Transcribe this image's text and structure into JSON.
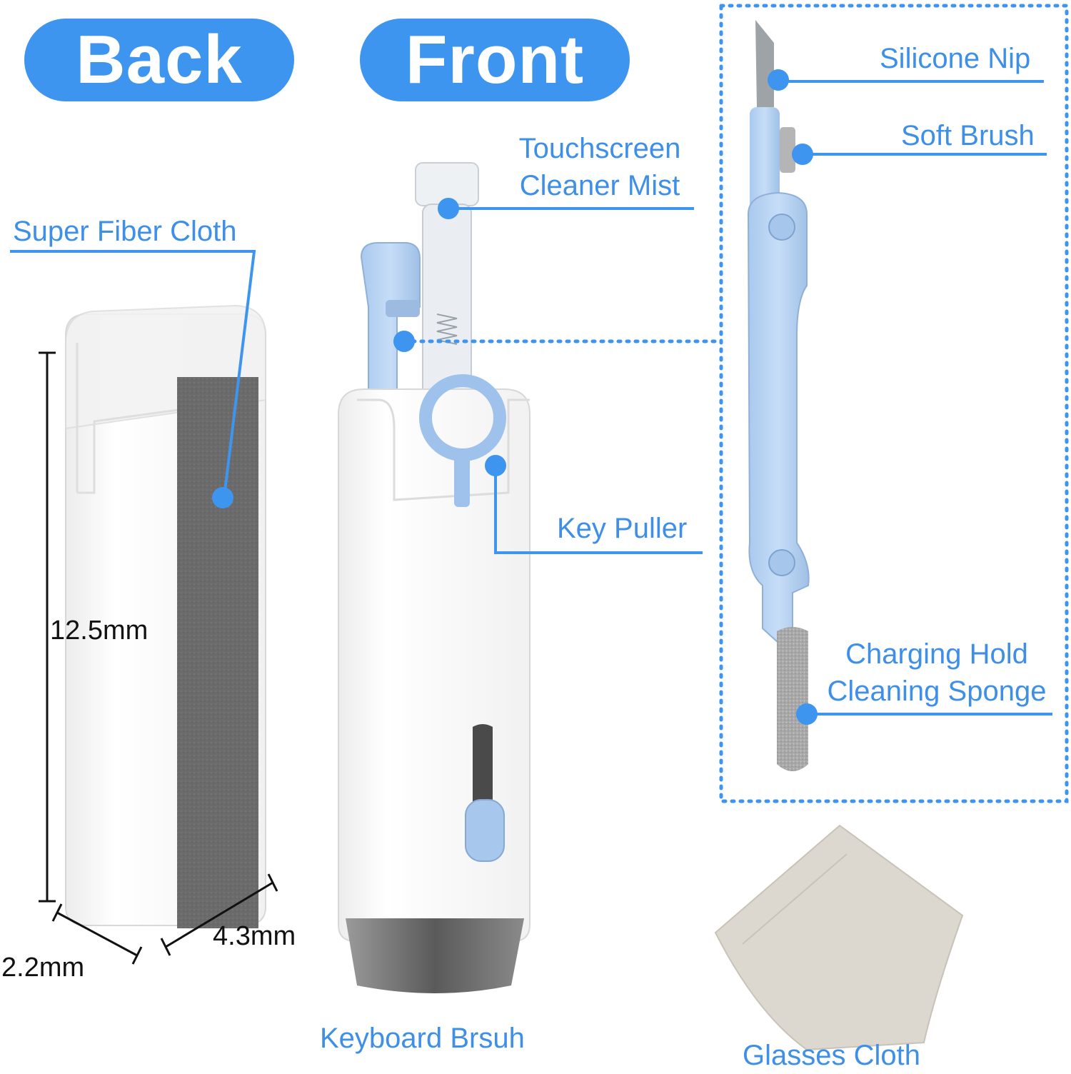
{
  "headers": {
    "back": "Back",
    "front": "Front"
  },
  "labels": {
    "super_fiber_cloth": "Super Fiber Cloth",
    "touchscreen_mist_line1": "Touchscreen",
    "touchscreen_mist_line2": "Cleaner Mist",
    "key_puller": "Key Puller",
    "silicone_nip": "Silicone Nip",
    "soft_brush": "Soft Brush",
    "charging_hold_line1": "Charging Hold",
    "charging_hold_line2": "Cleaning Sponge",
    "keyboard_brush": "Keyboard Brsuh",
    "glasses_cloth": "Glasses Cloth"
  },
  "dimensions": {
    "height": "12.5mm",
    "width": "4.3mm",
    "depth": "2.2mm"
  },
  "colors": {
    "accent": "#3d95ef",
    "label_text": "#3d8fe8",
    "tool_blue": "#b9d6f4",
    "felt_gray": "#6b6b6b"
  }
}
